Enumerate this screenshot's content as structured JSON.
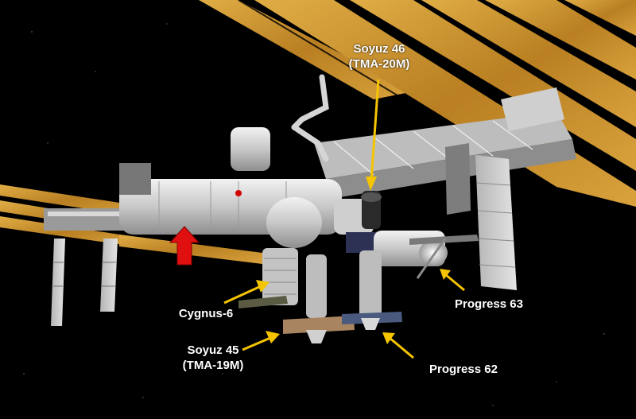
{
  "labels": {
    "soyuz46": {
      "name": "Soyuz 46",
      "designation": "(TMA-20M)"
    },
    "cygnus6": {
      "name": "Cygnus-6"
    },
    "progress63": {
      "name": "Progress 63"
    },
    "soyuz45": {
      "name": "Soyuz 45",
      "designation": "(TMA-19M)"
    },
    "progress62": {
      "name": "Progress 62"
    }
  },
  "colors": {
    "pointer_arrow": "#f5c400",
    "highlight_arrow": "#e01010",
    "solar_array": "#c9932e",
    "background": "#000000"
  }
}
